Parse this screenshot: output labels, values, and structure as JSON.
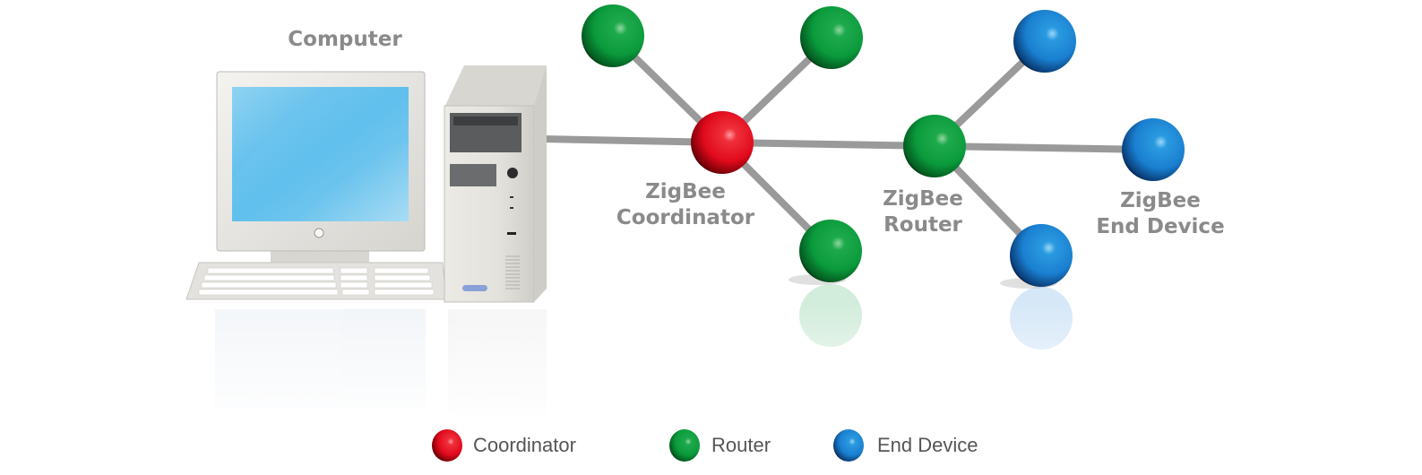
{
  "labels": {
    "computer": "Computer",
    "coordinator": [
      "ZigBee",
      "Coordinator"
    ],
    "router": [
      "ZigBee",
      "Router"
    ],
    "end_device": [
      "ZigBee",
      "End Device"
    ]
  },
  "legend": [
    {
      "label": "Coordinator",
      "color": "#e30a1e",
      "icon": "red-sphere-icon"
    },
    {
      "label": "Router",
      "color": "#0a9a3c",
      "icon": "green-sphere-icon"
    },
    {
      "label": "End Device",
      "color": "#1a7fd0",
      "icon": "blue-sphere-icon"
    }
  ],
  "colors": {
    "coordinator": "#e30a1e",
    "router": "#0a9a3c",
    "end_device": "#1a7fd0",
    "link": "#9a9a9a",
    "label_text": "#8a8a8a"
  }
}
